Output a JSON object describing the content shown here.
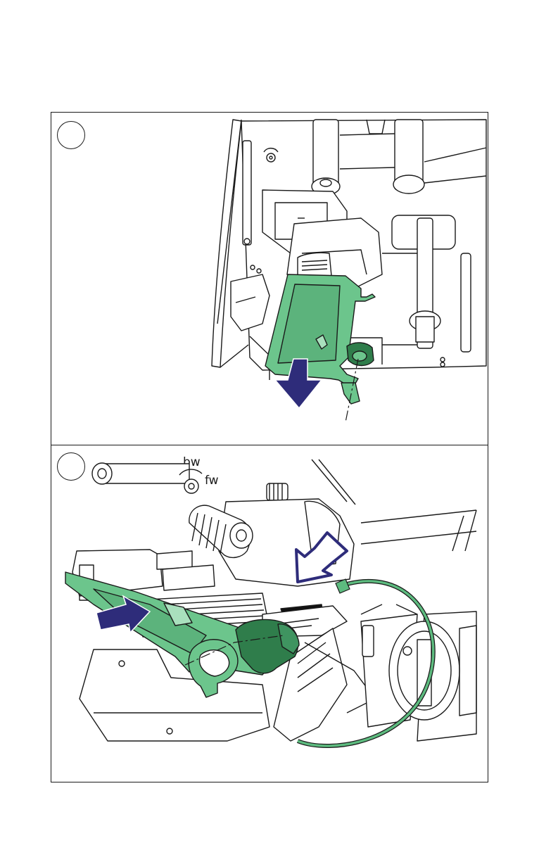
{
  "figure": {
    "steps": [
      {
        "number": "",
        "labels": {
          "backward": "bw",
          "forward": "fw"
        }
      },
      {
        "number": "",
        "labels": {
          "backward": "bw",
          "forward": "fw"
        }
      }
    ]
  },
  "colors": {
    "part_green": "#6cc58c",
    "part_green_dark": "#2f7d4b",
    "arrow_navy": "#2e2c7a",
    "line": "#1a1a1a",
    "cable_green": "#5dbb7f"
  },
  "icons": [
    "rotation-direction-icon",
    "downward-arrow-icon",
    "insert-arrow-icon",
    "open-arrow-icon"
  ]
}
